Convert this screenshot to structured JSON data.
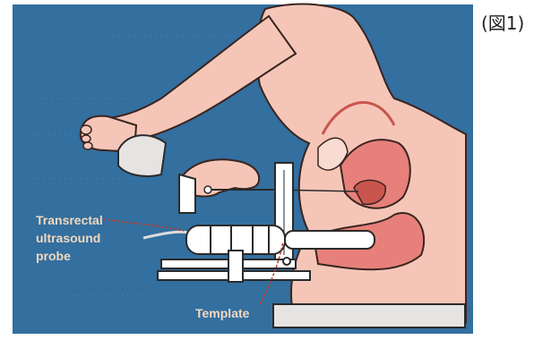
{
  "figure_label": "(図1)",
  "labels": {
    "probe": [
      "Transrectal",
      "ultrasound",
      "probe"
    ],
    "template": "Template"
  },
  "colors": {
    "background": "#336f9f",
    "skin": "#f5c6b8",
    "skin_outline": "#3a2420",
    "organ": "#e7807a",
    "organ_dark": "#c8564e",
    "device": "#ffffff",
    "device_outline": "#2a2a2a",
    "label_text": "#f2d9bf",
    "leader_line": "#c0392b",
    "cushion": "#e6e3e3"
  },
  "icons": [
    "foot-stirrup",
    "gloved-hand",
    "needle",
    "ultrasound-probe",
    "template-grid",
    "stepper-base",
    "pelvis-cross-section"
  ]
}
